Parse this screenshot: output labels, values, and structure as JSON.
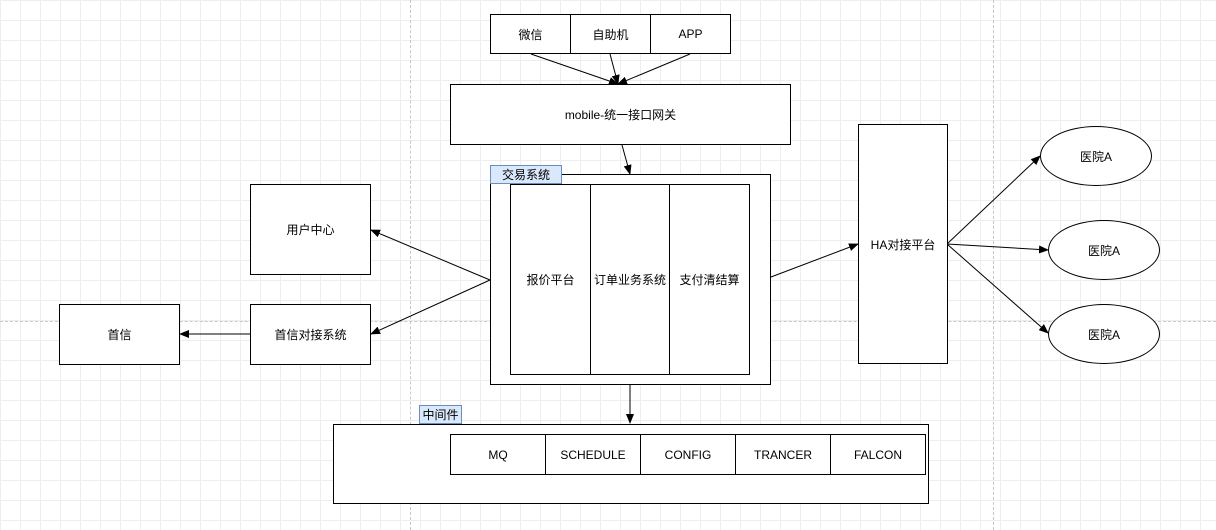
{
  "channels": [
    "微信",
    "自助机",
    "APP"
  ],
  "gateway": "mobile-统一接口网关",
  "trading_system": {
    "label": "交易系统",
    "modules": [
      "报价平台",
      "订单业务系统",
      "支付清结算"
    ]
  },
  "user_center": "用户中心",
  "shouxin_integration": "首信对接系统",
  "shouxin": "首信",
  "ha_platform": "HA对接平台",
  "hospitals": [
    "医院A",
    "医院A",
    "医院A"
  ],
  "middleware": {
    "label": "中间件",
    "components": [
      "MQ",
      "SCHEDULE",
      "CONFIG",
      "TRANCER",
      "FALCON"
    ]
  }
}
